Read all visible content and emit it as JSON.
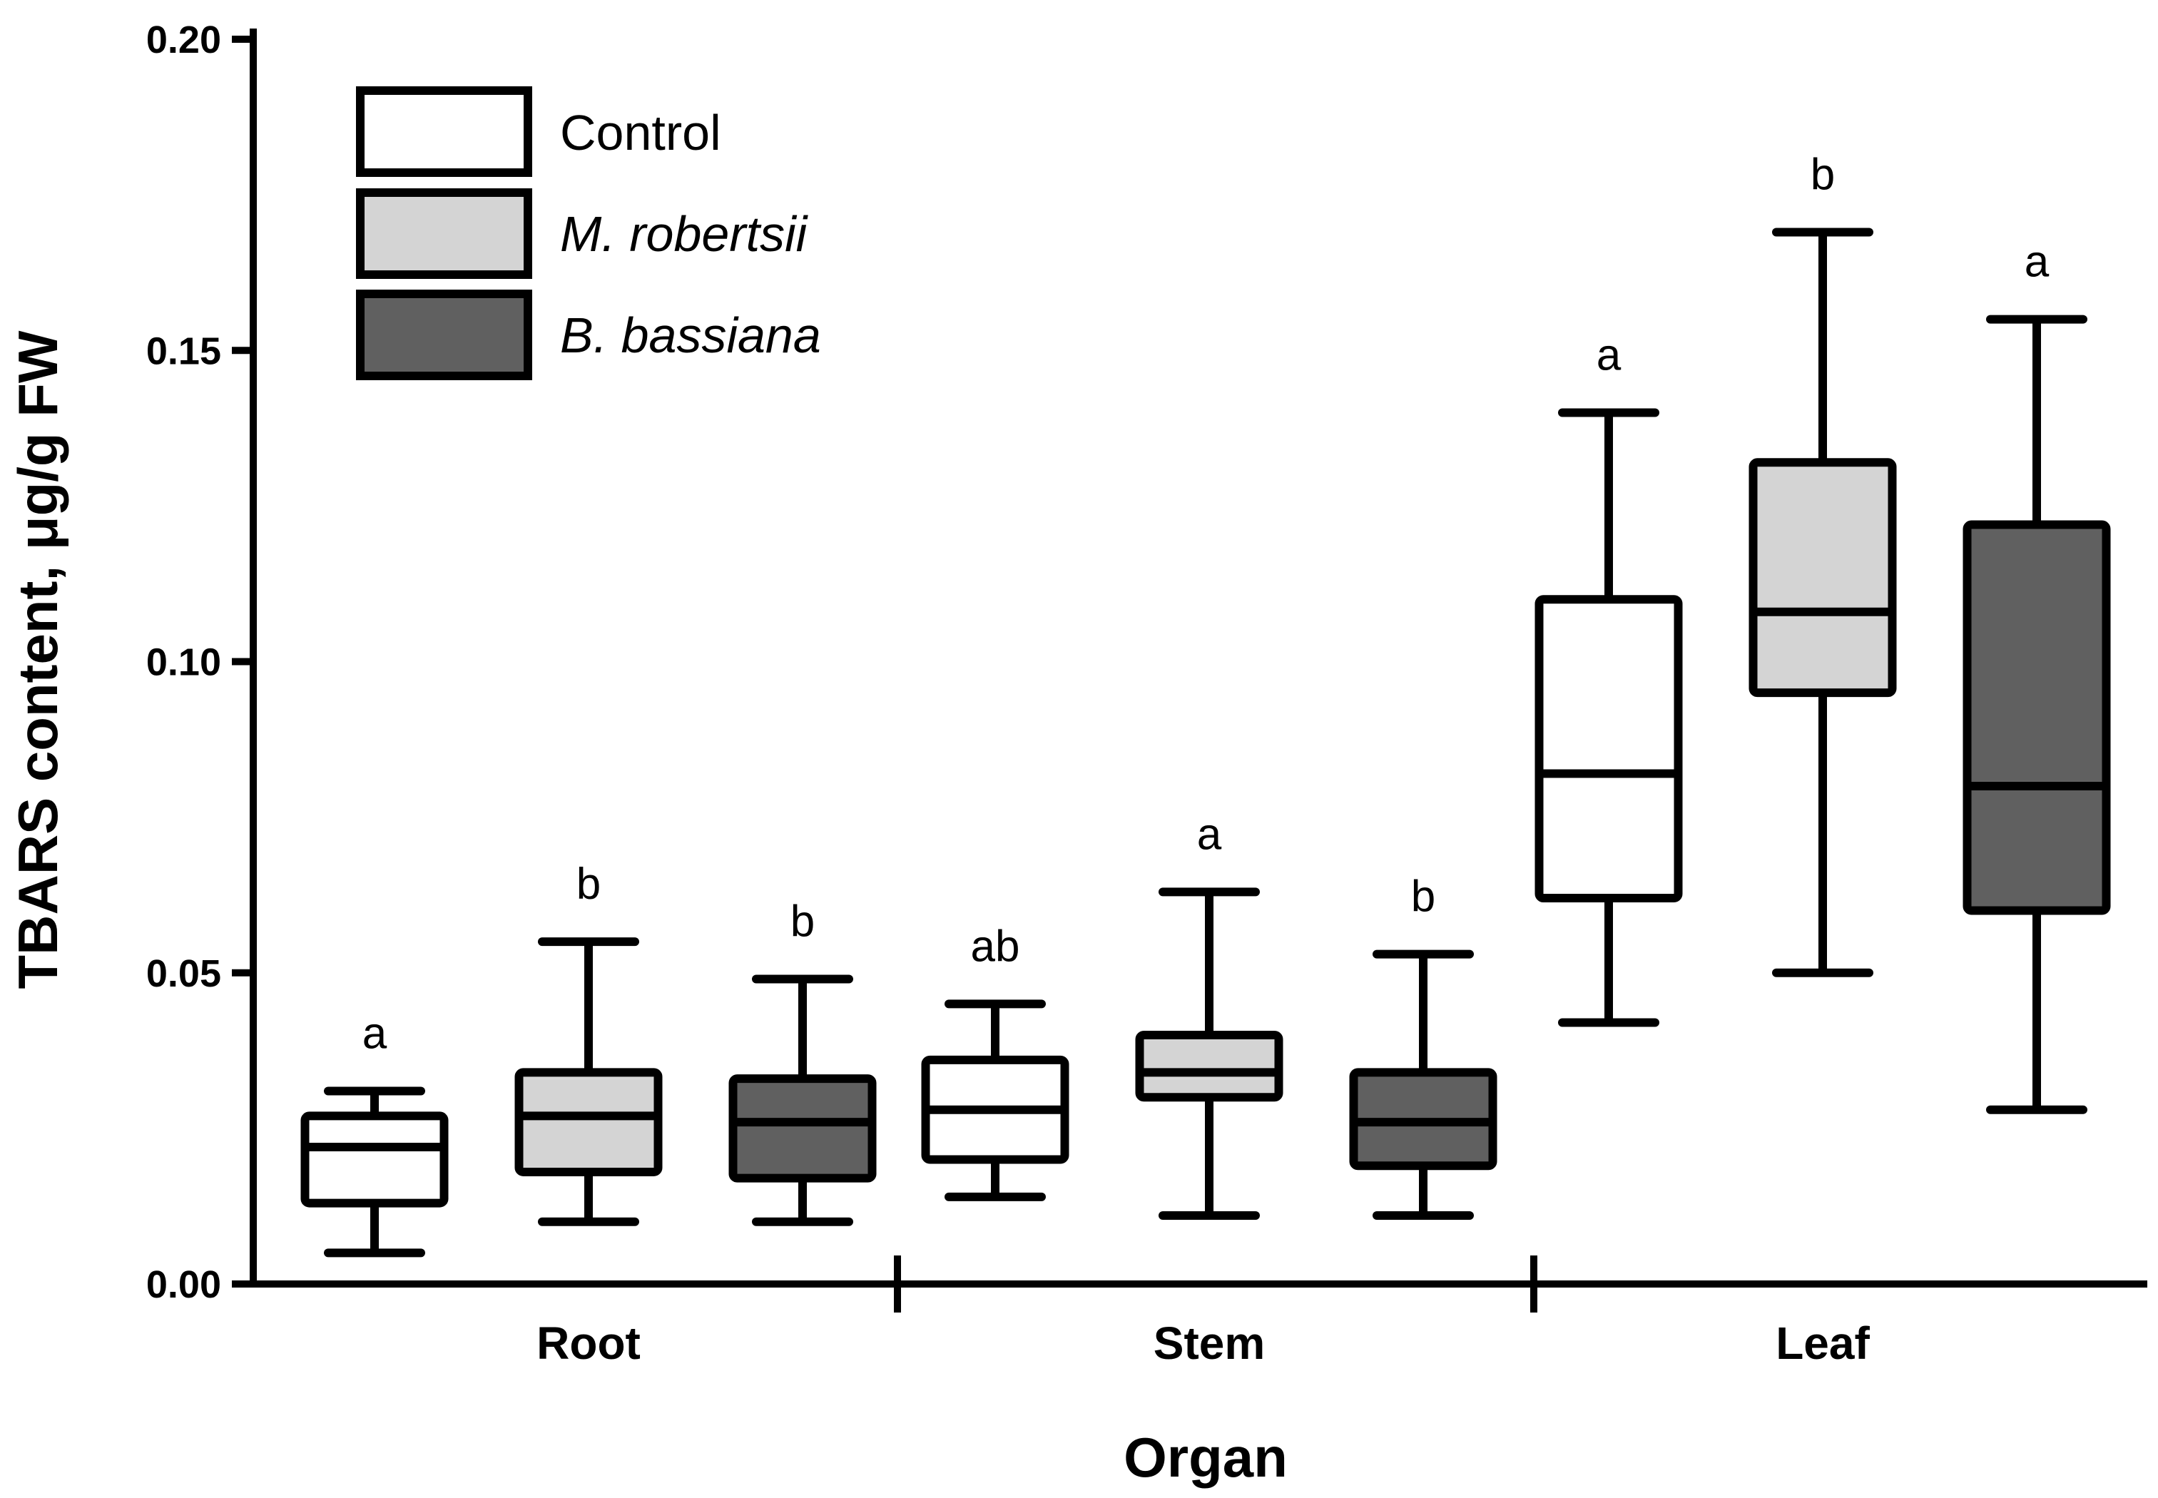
{
  "chart_data": {
    "type": "box",
    "ylabel": "TBARS content, μg/g FW",
    "xlabel": "Organ",
    "ylim": [
      0,
      0.2
    ],
    "yticks": [
      "0.00",
      "0.05",
      "0.10",
      "0.15",
      "0.20"
    ],
    "categories": [
      "Root",
      "Stem",
      "Leaf"
    ],
    "legend_position": "top-left",
    "series": [
      {
        "name": "Control",
        "fill": "#ffffff",
        "italic": false,
        "boxes": [
          {
            "min": 0.005,
            "q1": 0.013,
            "median": 0.022,
            "q3": 0.027,
            "max": 0.031,
            "label": "a"
          },
          {
            "min": 0.014,
            "q1": 0.02,
            "median": 0.028,
            "q3": 0.036,
            "max": 0.045,
            "label": "ab"
          },
          {
            "min": 0.042,
            "q1": 0.062,
            "median": 0.082,
            "q3": 0.11,
            "max": 0.14,
            "label": "a"
          }
        ]
      },
      {
        "name": "M. robertsii",
        "fill": "#d4d4d4",
        "italic": true,
        "boxes": [
          {
            "min": 0.01,
            "q1": 0.018,
            "median": 0.027,
            "q3": 0.034,
            "max": 0.055,
            "label": "b"
          },
          {
            "min": 0.011,
            "q1": 0.03,
            "median": 0.034,
            "q3": 0.04,
            "max": 0.063,
            "label": "a"
          },
          {
            "min": 0.05,
            "q1": 0.095,
            "median": 0.108,
            "q3": 0.132,
            "max": 0.169,
            "label": "b"
          }
        ]
      },
      {
        "name": "B. bassiana",
        "fill": "#606060",
        "italic": true,
        "boxes": [
          {
            "min": 0.01,
            "q1": 0.017,
            "median": 0.026,
            "q3": 0.033,
            "max": 0.049,
            "label": "b"
          },
          {
            "min": 0.011,
            "q1": 0.019,
            "median": 0.026,
            "q3": 0.034,
            "max": 0.053,
            "label": "b"
          },
          {
            "min": 0.028,
            "q1": 0.06,
            "median": 0.08,
            "q3": 0.122,
            "max": 0.155,
            "label": "a"
          }
        ]
      }
    ]
  }
}
